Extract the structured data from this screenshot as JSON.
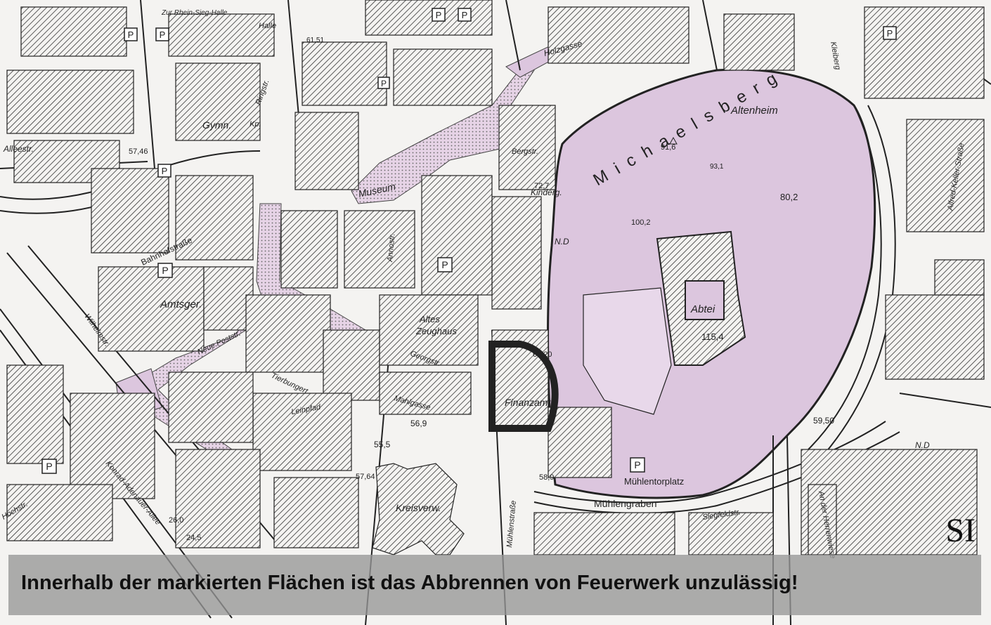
{
  "colors": {
    "highlight": "#dcc6de",
    "paper": "#f4f3f1",
    "ink": "#222222",
    "banner": "#969696"
  },
  "map": {
    "street_labels": {
      "rhein_sieg_halle": "Zur Rhein-Sieg-Halle",
      "holzgasse": "Holzgasse",
      "ringstr": "Ringstr.",
      "alleestr": "Alleestr.",
      "bergstr": "Bergstr.",
      "bahnhofstrasse": "Bahnhofstraße",
      "annostr": "Annostr.",
      "wilhelmstr": "Wilhelmstr.",
      "neue_poststr": "Neue Poststr.",
      "tierbungert": "Tierbungert",
      "georgstr": "Georgstr.",
      "mahlgasse": "Mahlgasse",
      "leinpfad": "Leinpfad",
      "konrad_adenauer_allee": "Konrad-Adenauer-Allee",
      "muehlenstrasse": "Mühlenstraße",
      "muehlengraben": "Mühlengraben",
      "siegfeldstr": "Siegfeldstr.",
      "an_der_herrenwiese": "An der Herrenwiese",
      "alfred_keller_strasse": "Alfred-Keller-Straße",
      "kleiberg": "Kleiberg",
      "hochstr": "Hochstr."
    },
    "place_labels": {
      "halle": "Halle",
      "gymn": "Gymn.",
      "museum": "Museum",
      "amtsger": "Amtsger.",
      "kinderg": "Kinderg.",
      "altes": "Altes",
      "zeughaus": "Zeughaus",
      "finanzamt": "Finanzamt",
      "kreisverw": "Kreisverw.",
      "abtei": "Abtei",
      "altenheim": "Altenheim",
      "muehlentorplatz": "Mühlentorplatz",
      "michaelsberg": "Michaelsberg",
      "nd": "N.D",
      "kp": "Kp."
    },
    "elevations": [
      "61,51",
      "57,46",
      "72,7",
      "91,6",
      "93,1",
      "80,2",
      "100,2",
      "115,4",
      "60,20",
      "59,50",
      "56,9",
      "55,5",
      "57,64",
      "58,9",
      "26,0",
      "24,5"
    ],
    "parking_symbol": "P",
    "sheet_label": "SI"
  },
  "banner": {
    "text": "Innerhalb der markierten Flächen ist das Abbrennen von Feuerwerk unzulässig!"
  }
}
